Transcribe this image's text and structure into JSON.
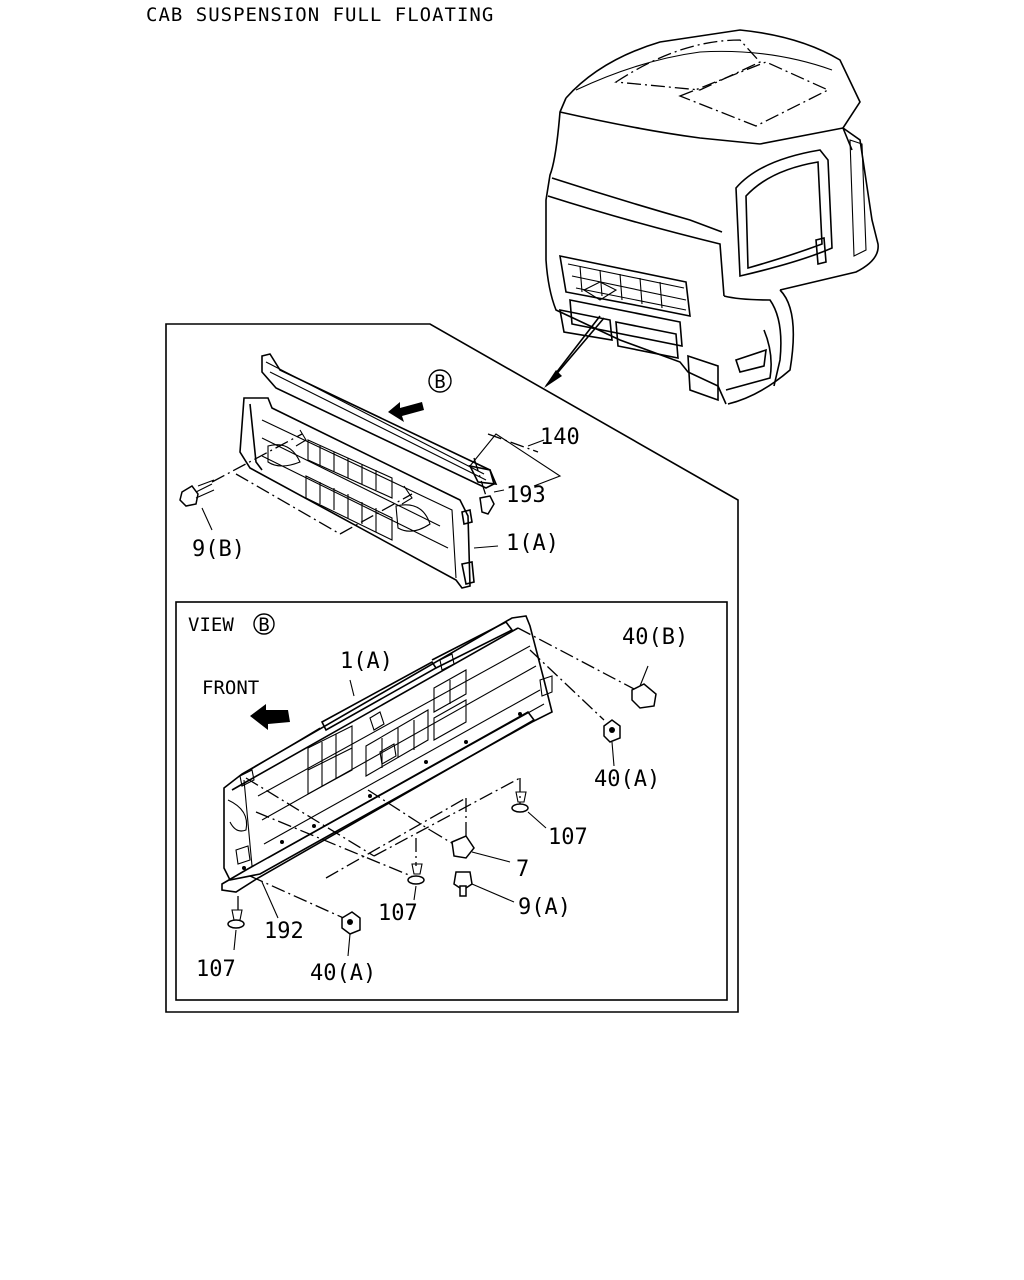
{
  "title": "CAB SUSPENSION FULL FLOATING",
  "callouts": {
    "part_140": "140",
    "part_193": "193",
    "part_9b": "9(B)",
    "part_1a_top": "1(A)",
    "view_b_marker": "B",
    "view_label": "VIEW",
    "view_label_marker": "B",
    "part_1a_view": "1(A)",
    "front_label": "FRONT",
    "part_40b": "40(B)",
    "part_40a_right": "40(A)",
    "part_107_right": "107",
    "part_7": "7",
    "part_9a": "9(A)",
    "part_107_mid": "107",
    "part_192": "192",
    "part_107_left": "107",
    "part_40a_bottom": "40(A)"
  },
  "icons": {
    "view_arrow": "arrow-left-icon",
    "front_arrow": "arrow-left-icon",
    "circled_b": "circled-letter-icon"
  }
}
